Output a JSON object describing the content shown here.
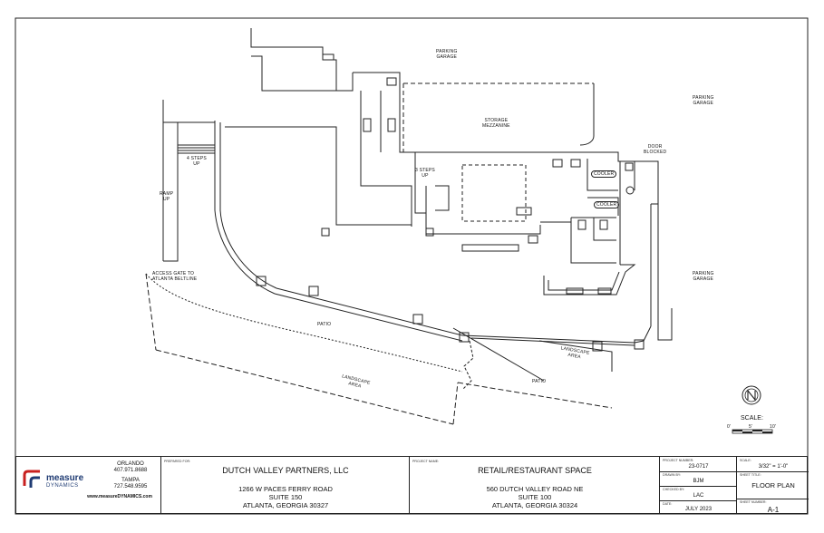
{
  "plan": {
    "labels": {
      "parking_garage_top": "PARKING\nGARAGE",
      "parking_garage_right_top": "PARKING\nGARAGE",
      "parking_garage_right_mid": "PARKING\nGARAGE",
      "storage_mezzanine": "STORAGE\nMEZZANINE",
      "door_blocked": "DOOR\nBLOCKED",
      "steps_4_up": "4 STEPS\nUP",
      "steps_3_up": "3 STEPS\nUP",
      "ramp_up": "RAMP\nUP",
      "access_gate": "ACCESS GATE TO\nATLANTA BELTLINE",
      "cooler_1": "COOLER",
      "cooler_2": "COOLER",
      "patio_1": "PATIO",
      "patio_2": "PATIO",
      "landscape_area_1": "LANDSCAPE\nAREA",
      "landscape_area_2": "LANDSCAPE\nAREA"
    },
    "north_label": "N",
    "scale_label": "SCALE:",
    "scale_ticks": [
      "0'",
      "5'",
      "10'"
    ]
  },
  "title_block": {
    "company": {
      "logo_line1": "measure",
      "logo_line2": "DYNAMICS",
      "orlando_label": "ORLANDO",
      "orlando_phone": "407.971.8688",
      "tampa_label": "TAMPA",
      "tampa_phone": "727.548.9595",
      "website": "www.measureDYNAMICS.com"
    },
    "prepared_for": {
      "caption": "PREPARED FOR:",
      "name": "DUTCH VALLEY PARTNERS, LLC",
      "address1": "1266 W PACES FERRY ROAD",
      "address2": "SUITE 150",
      "address3": "ATLANTA, GEORGIA 30327"
    },
    "project": {
      "caption": "PROJECT NAME:",
      "name": "RETAIL/RESTAURANT SPACE",
      "address1": "560 DUTCH VALLEY ROAD NE",
      "address2": "SUITE 100",
      "address3": "ATLANTA, GEORGIA 30324"
    },
    "info": {
      "project_number_caption": "PROJECT NUMBER:",
      "project_number": "23-0717",
      "drawn_by_caption": "DRAWN BY:",
      "drawn_by": "BJM",
      "checked_by_caption": "CHECKED BY:",
      "checked_by": "LAC",
      "date_caption": "DATE:",
      "date": "JULY 2023"
    },
    "sheet": {
      "scale_caption": "SCALE:",
      "scale": "3/32\" = 1'-0\"",
      "title_caption": "SHEET TITLE:",
      "title": "FLOOR PLAN",
      "number_caption": "SHEET NUMBER:",
      "number": "A-1"
    }
  }
}
